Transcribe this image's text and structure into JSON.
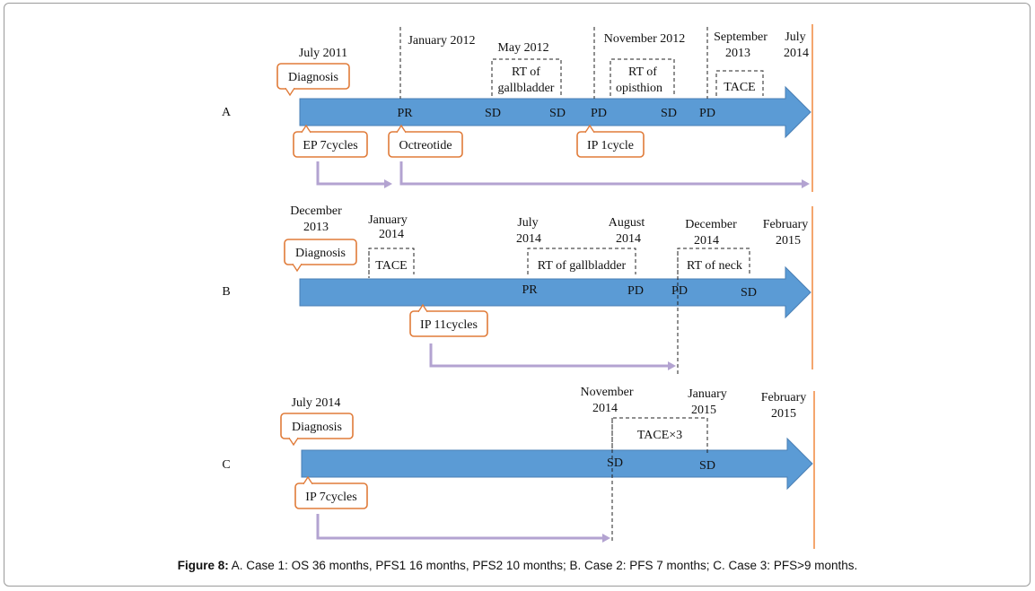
{
  "colors": {
    "arrow_fill": "#5b9bd5",
    "arrow_stroke": "#4a7fb5",
    "callout_border": "#e07b39",
    "bracket": "#b3a3d1",
    "end_line": "#f0883e",
    "dash": "#222222"
  },
  "panels": [
    {
      "label": "A",
      "dates": [
        [
          "July 2011"
        ],
        [
          "January 2012"
        ],
        [
          "May 2012"
        ],
        [
          "November 2012"
        ],
        [
          "September",
          "2013"
        ],
        [
          "July",
          "2014"
        ]
      ],
      "callouts_top": [
        "Diagnosis"
      ],
      "boxes": [
        [
          "RT of",
          "gallbladder"
        ],
        [
          "RT of",
          "opisthion"
        ],
        [
          "TACE"
        ]
      ],
      "responses": [
        "PR",
        "SD",
        "SD",
        "PD",
        "SD",
        "PD"
      ],
      "callouts_bottom": [
        "EP 7cycles",
        "Octreotide",
        "IP 1cycle"
      ]
    },
    {
      "label": "B",
      "dates": [
        [
          "December",
          "2013"
        ],
        [
          "January",
          "2014"
        ],
        [
          "July",
          "2014"
        ],
        [
          "August",
          "2014"
        ],
        [
          "December",
          "2014"
        ],
        [
          "February",
          "2015"
        ]
      ],
      "callouts_top": [
        "Diagnosis"
      ],
      "boxes": [
        [
          "TACE"
        ],
        [
          "RT of gallbladder"
        ],
        [
          "RT of neck"
        ]
      ],
      "responses": [
        "PR",
        "PD",
        "PD",
        "SD"
      ],
      "callouts_bottom": [
        "IP 11cycles"
      ]
    },
    {
      "label": "C",
      "dates": [
        [
          "July 2014"
        ],
        [
          "November",
          "2014"
        ],
        [
          "January",
          "2015"
        ],
        [
          "February",
          "2015"
        ]
      ],
      "callouts_top": [
        "Diagnosis"
      ],
      "boxes": [
        [
          "TACE×3"
        ]
      ],
      "responses": [
        "SD",
        "SD"
      ],
      "callouts_bottom": [
        "IP 7cycles"
      ]
    }
  ],
  "caption": {
    "prefix": "Figure 8:",
    "text": " A. Case 1: OS 36 months, PFS1 16 months, PFS2 10 months; B. Case 2: PFS 7 months; C. Case 3: PFS>9 months."
  }
}
